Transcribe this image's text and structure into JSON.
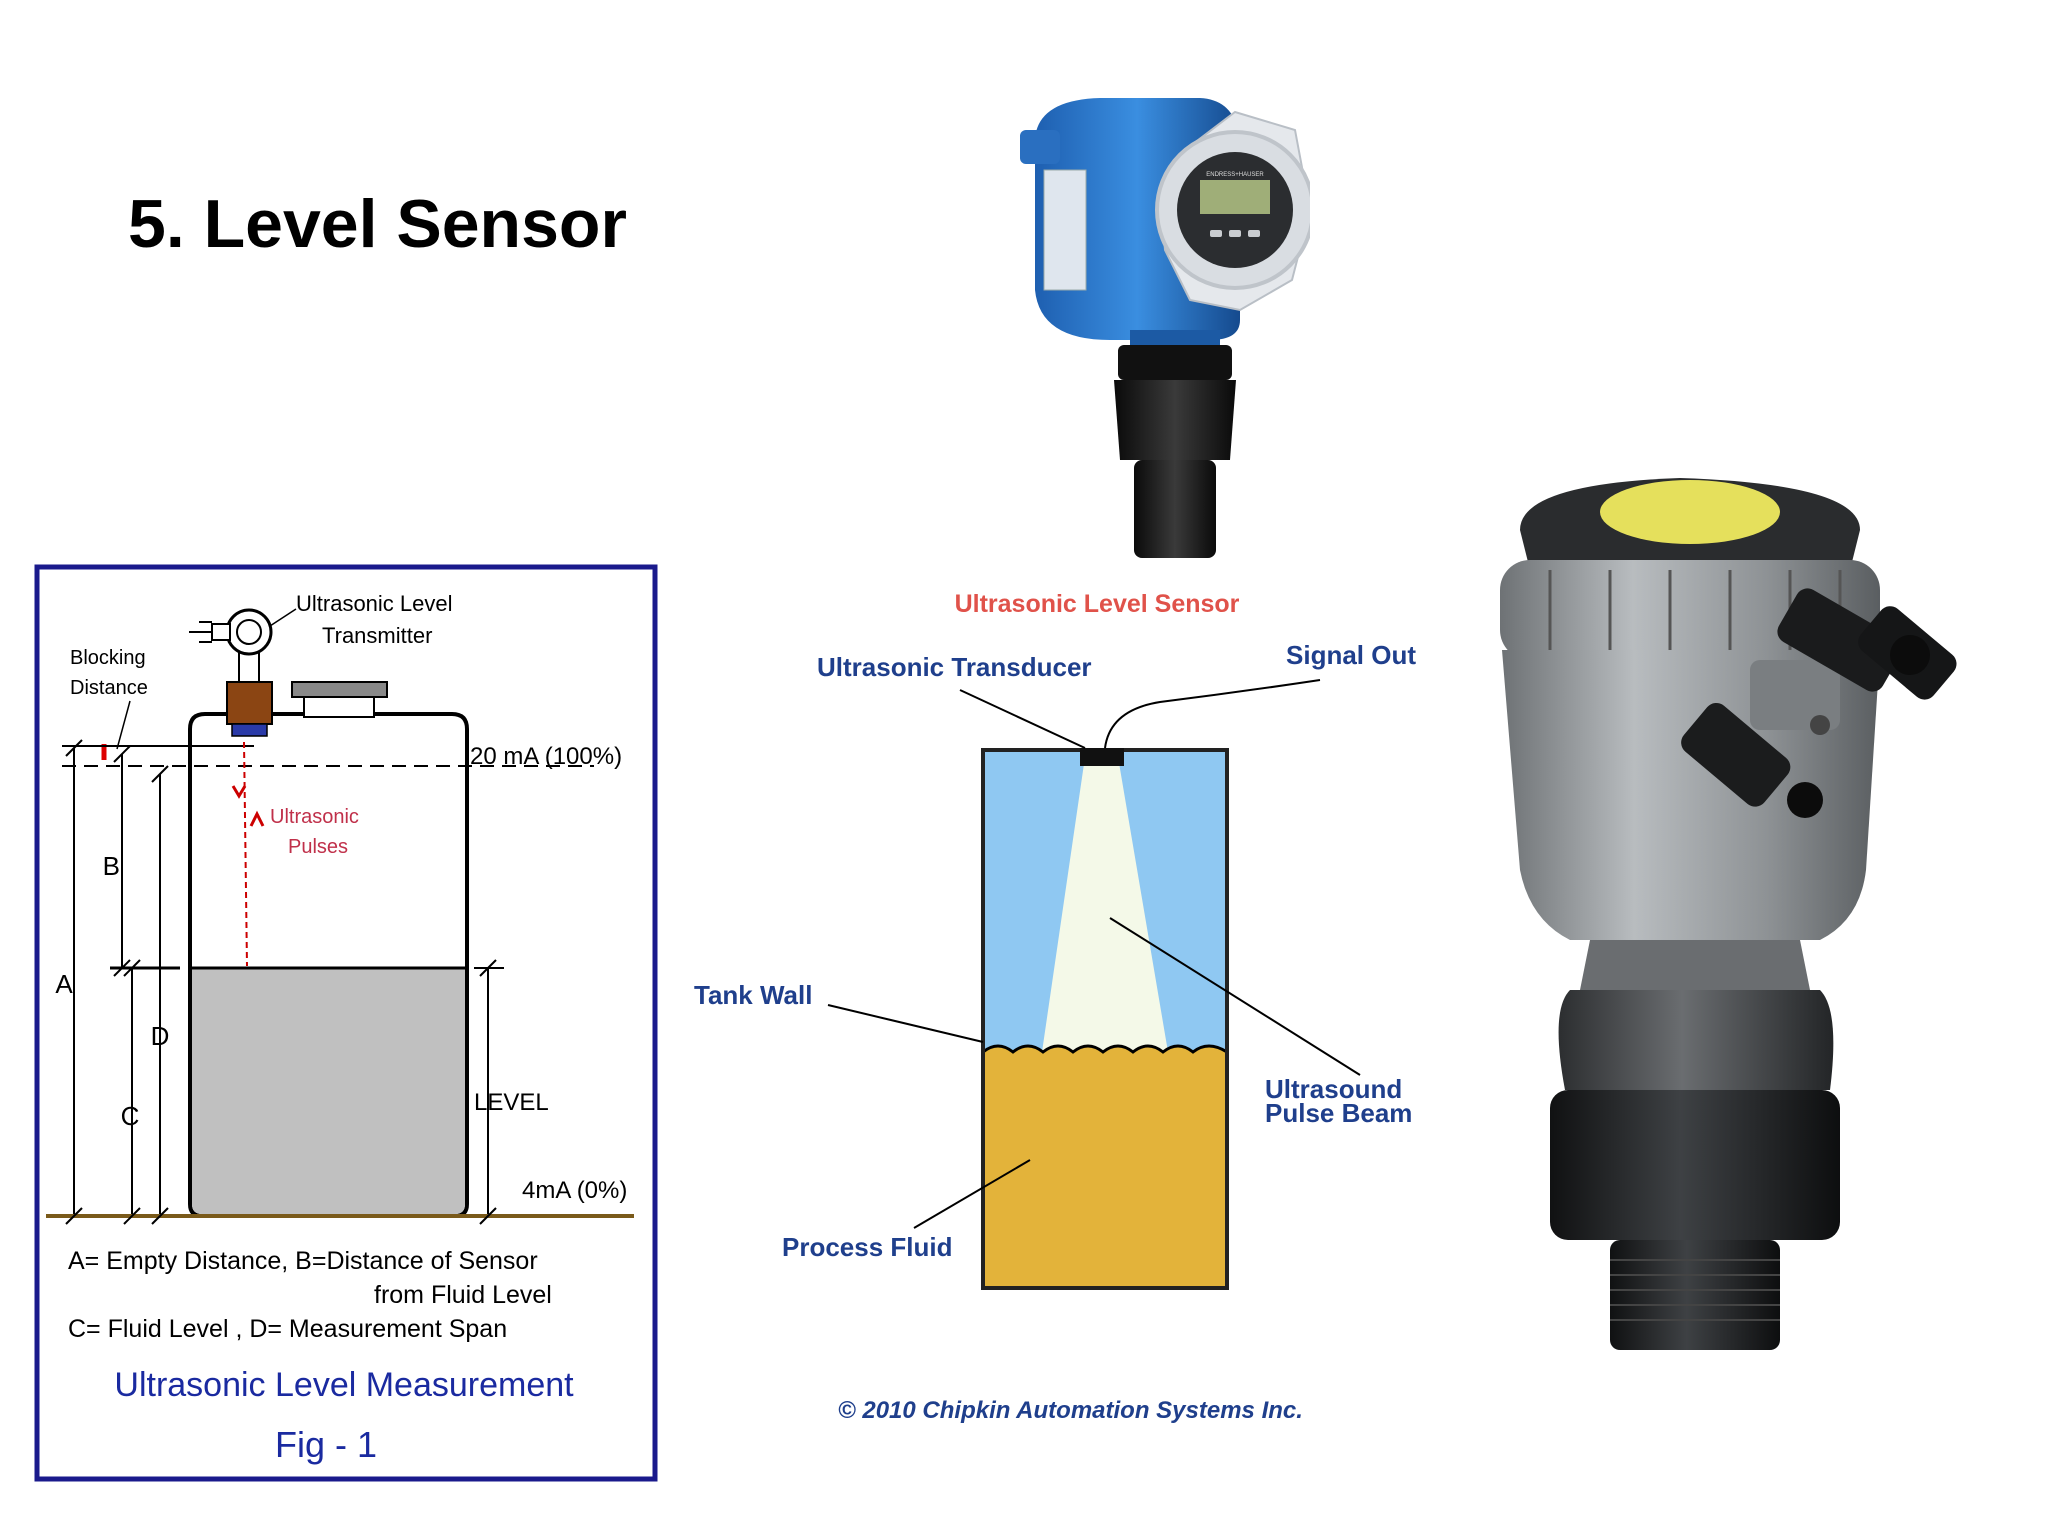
{
  "slide": {
    "title": "5. Level Sensor"
  },
  "fig1": {
    "transmitter_label_line1": "Ultrasonic Level",
    "transmitter_label_line2": "Transmitter",
    "blocking_line1": "Blocking",
    "blocking_line2": "Distance",
    "top_level": "20 mA (100%)",
    "pulses_line1": "Ultrasonic",
    "pulses_line2": "Pulses",
    "dim_a": "A",
    "dim_b": "B",
    "dim_c": "C",
    "dim_d": "D",
    "level_label": "LEVEL",
    "bottom_level": "4mA (0%)",
    "legend_line1": "A= Empty Distance, B=Distance of Sensor",
    "legend_line2": "from Fluid Level",
    "legend_line3": "C= Fluid Level , D= Measurement Span",
    "caption": "Ultrasonic Level Measurement",
    "fig_number": "Fig - 1",
    "frame_color": "#1a1a8c"
  },
  "chipkin": {
    "title": "Ultrasonic Level Sensor",
    "transducer": "Ultrasonic Transducer",
    "signal_out": "Signal Out",
    "tank_wall": "Tank Wall",
    "beam_line1": "Ultrasound",
    "beam_line2": "Pulse Beam",
    "fluid": "Process Fluid",
    "copyright": "© 2010 Chipkin Automation Systems Inc.",
    "title_color": "#e0524a",
    "label_color": "#1f3f8c",
    "fluid_color": "#e3b33a",
    "air_color": "#8fc8f2"
  },
  "photos": {
    "top_sensor": "endress-hauser-ultrasonic-transmitter",
    "right_sensor": "grey-ultrasonic-level-sensor",
    "display_brand": "ENDRESS+HAUSER"
  }
}
